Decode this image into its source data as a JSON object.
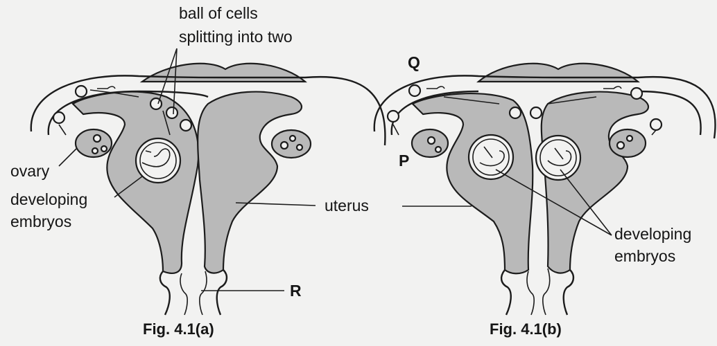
{
  "figures": {
    "a": {
      "caption": "Fig. 4.1(a)",
      "labels": {
        "ball_of_cells_line1": "ball of cells",
        "ball_of_cells_line2": "splitting into two",
        "ovary": "ovary",
        "developing_line1": "developing",
        "developing_line2": "embryos",
        "R": "R"
      }
    },
    "b": {
      "caption": "Fig. 4.1(b)",
      "labels": {
        "Q": "Q",
        "P": "P",
        "developing_line1": "developing",
        "developing_line2": "embryos"
      }
    },
    "shared_labels": {
      "uterus": "uterus"
    }
  }
}
